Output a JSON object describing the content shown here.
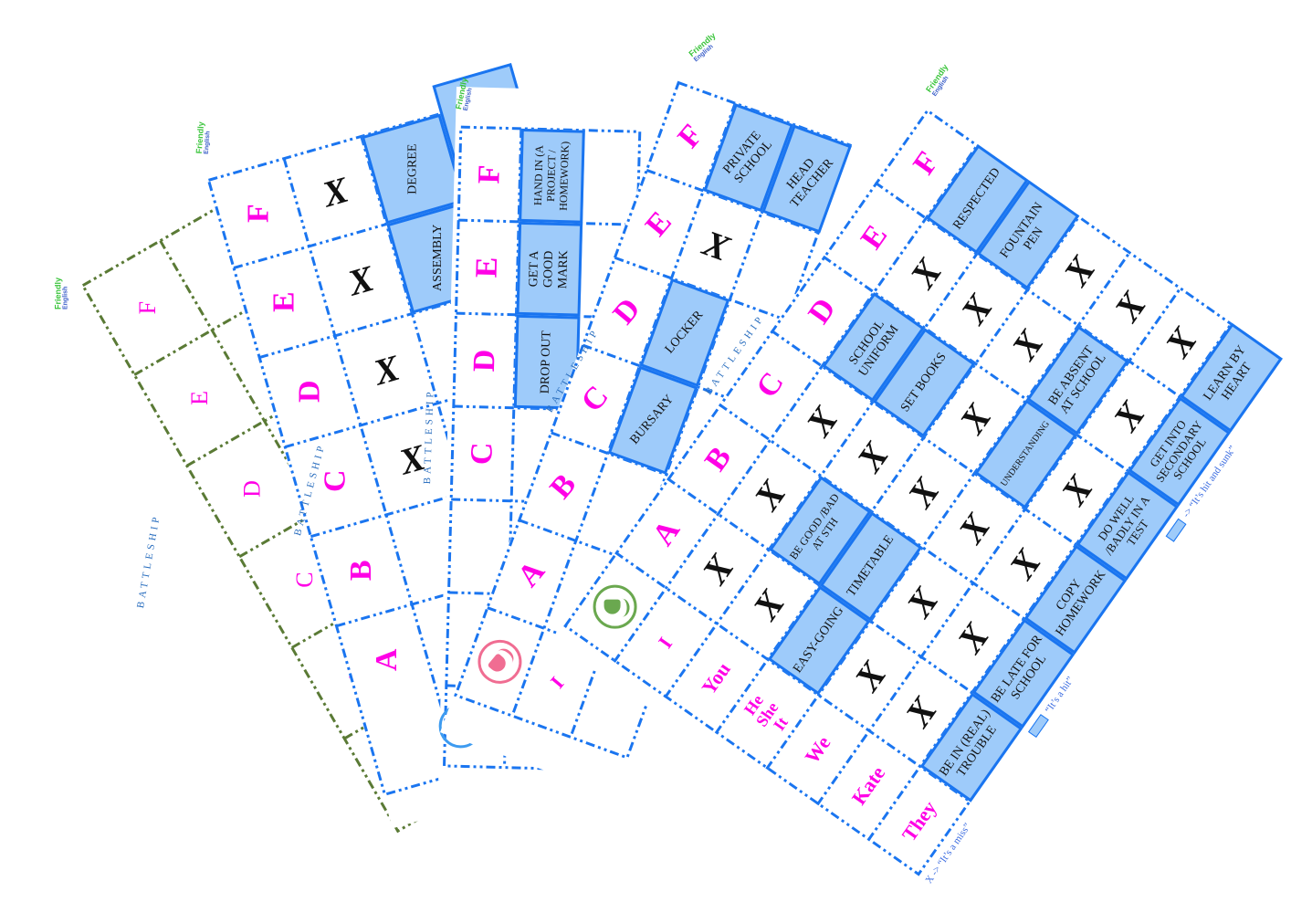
{
  "sheets": [
    {
      "id": "sheet-1",
      "title": "BATTLESHIP",
      "logo": {
        "line1": "Friendly",
        "line2": "English"
      },
      "border_color": "#5a7a35",
      "column_letters": [
        "F",
        "E",
        "D",
        "C",
        "B",
        "A"
      ],
      "visible_icon": "smiley-sunglasses-yellow"
    },
    {
      "id": "sheet-2",
      "title": "BATTLESHIP",
      "logo": {
        "line1": "Friendly",
        "line2": "English"
      },
      "border_color": "#1a75f0",
      "column_letters": [
        "F",
        "E",
        "D",
        "C",
        "B",
        "A"
      ],
      "cells": [
        {
          "col": "F",
          "values": [
            "X",
            "DEGREE"
          ]
        },
        {
          "col": "E",
          "values": [
            "X",
            "ASSEMBLY"
          ]
        },
        {
          "col": "D",
          "values": [
            "X"
          ]
        },
        {
          "col": "C",
          "values": [
            "X"
          ]
        }
      ]
    },
    {
      "id": "sheet-3",
      "title": "BATTLESHIP",
      "logo": {
        "line1": "Friendly",
        "line2": "English"
      },
      "border_color": "#1a75f0",
      "column_letters": [
        "F",
        "E",
        "D",
        "C",
        "B",
        "A"
      ],
      "cells": [
        {
          "col": "F",
          "values": [
            "HAND IN (A PROJECT / HOMEWORK)"
          ]
        },
        {
          "col": "E",
          "values": [
            "GET A GOOD MARK"
          ]
        },
        {
          "col": "D",
          "values": [
            "DROP OUT"
          ]
        }
      ],
      "row_labels": [
        "I"
      ],
      "icon": "smiley-sunglasses-blue"
    },
    {
      "id": "sheet-4",
      "title": "BATTLESHIP",
      "logo": {
        "line1": "Friendly",
        "line2": "English"
      },
      "border_color": "#1a75f0",
      "column_letters": [
        "F",
        "E",
        "D",
        "C",
        "B",
        "A"
      ],
      "cells": [
        {
          "col": "F",
          "values": [
            "PRIVATE SCHOOL",
            "HEAD TEACHER"
          ]
        },
        {
          "col": "E",
          "values": [
            "X"
          ]
        },
        {
          "col": "D",
          "values": [
            "LOCKER"
          ]
        },
        {
          "col": "C",
          "values": [
            "BURSARY"
          ]
        }
      ],
      "row_labels": [
        "I"
      ],
      "icon": "smiley-sunglasses-pink"
    },
    {
      "id": "sheet-5",
      "title": "BATTLESHIP",
      "logo": {
        "line1": "Friendly",
        "line2": "English"
      },
      "border_color": "#1a75f0",
      "icon": "smiley-sunglasses-green",
      "column_letters": [
        "A",
        "B",
        "C",
        "D",
        "E",
        "F"
      ],
      "row_labels": [
        "I",
        "You",
        "He\nShe\nIt",
        "We",
        "Kate",
        "They"
      ],
      "grid": [
        [
          "X",
          "X",
          "X",
          "SCHOOL UNIFORM",
          "X",
          "RESPECTED"
        ],
        [
          "X",
          "BE GOOD /BAD AT STH",
          "X",
          "SET BOOKS",
          "X",
          "FOUNTAIN PEN"
        ],
        [
          "EASY-GOING",
          "TIMETABLE",
          "X",
          "X",
          "X",
          "X"
        ],
        [
          "X",
          "X",
          "X",
          "UNDERSTANDING",
          "BE ABSENT AT SCHOOL",
          "X"
        ],
        [
          "X",
          "X",
          "X",
          "X",
          "X",
          "X"
        ],
        [
          "BE IN (REAL) TROUBLE",
          "BE LATE FOR SCHOOL",
          "COPY HOMEWORK",
          "DO WELL /BADLY IN A TEST",
          "GET INTO SECONDARY SCHOOL",
          "LEARN BY HEART"
        ]
      ],
      "legend": {
        "miss": "X -> “It’s a miss”",
        "hit": "“It’s a hit”",
        "sunk": "-> “It’s hit and sunk”"
      }
    }
  ],
  "colors": {
    "ship_fill": "#9ecbfa",
    "ship_border": "#1a75f0",
    "letter": "#ff00e6",
    "green_border": "#5a7a35",
    "title": "#2b6fbf"
  }
}
